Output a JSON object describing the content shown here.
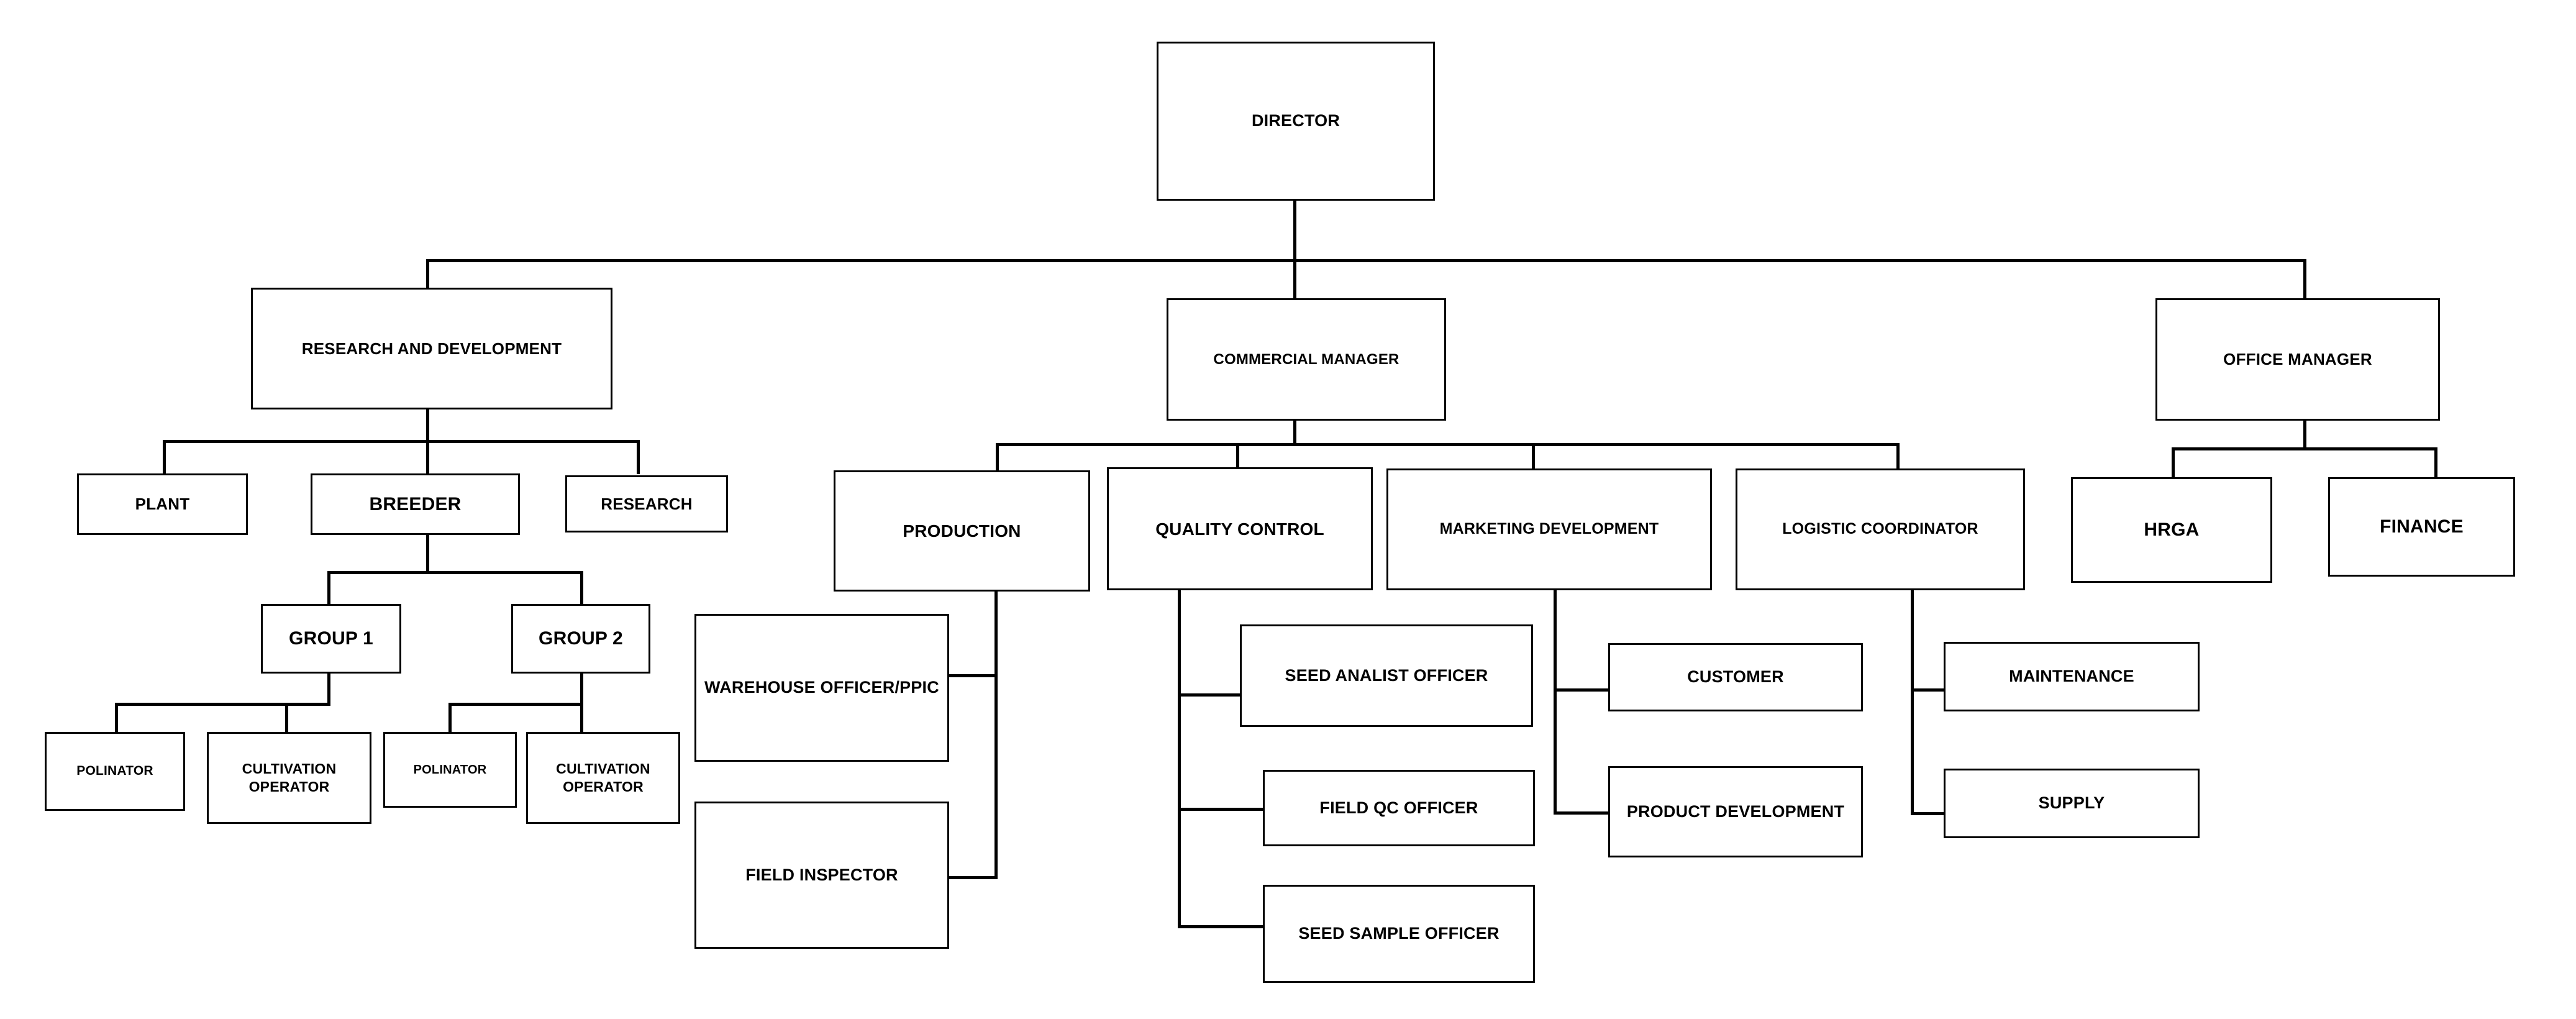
{
  "chart_title": "",
  "org": {
    "root": {
      "label": "DIRECTOR"
    },
    "divisions": [
      {
        "label": "RESEARCH AND DEVELOPMENT",
        "children": [
          {
            "label": "PLANT"
          },
          {
            "label": "BREEDER",
            "children": [
              {
                "label": "GROUP 1",
                "children": [
                  {
                    "label": "POLINATOR"
                  },
                  {
                    "label": "CULTIVATION OPERATOR"
                  }
                ]
              },
              {
                "label": "GROUP 2",
                "children": [
                  {
                    "label": "POLINATOR"
                  },
                  {
                    "label": "CULTIVATION OPERATOR"
                  }
                ]
              }
            ]
          },
          {
            "label": "RESEARCH"
          }
        ]
      },
      {
        "label": "COMMERCIAL MANAGER",
        "children": [
          {
            "label": "PRODUCTION",
            "children": [
              {
                "label": "WAREHOUSE OFFICER/PPIC"
              },
              {
                "label": "FIELD INSPECTOR"
              }
            ]
          },
          {
            "label": "QUALITY CONTROL",
            "children": [
              {
                "label": "SEED ANALIST OFFICER"
              },
              {
                "label": "FIELD QC OFFICER"
              },
              {
                "label": "SEED SAMPLE OFFICER"
              }
            ]
          },
          {
            "label": "MARKETING DEVELOPMENT",
            "children": [
              {
                "label": "CUSTOMER"
              },
              {
                "label": "PRODUCT DEVELOPMENT"
              }
            ]
          },
          {
            "label": "LOGISTIC COORDINATOR",
            "children": [
              {
                "label": "MAINTENANCE"
              },
              {
                "label": "SUPPLY"
              }
            ]
          }
        ]
      },
      {
        "label": "OFFICE MANAGER",
        "children": [
          {
            "label": "HRGA"
          },
          {
            "label": "FINANCE"
          }
        ]
      }
    ]
  },
  "labels": {
    "director": "DIRECTOR",
    "research_and_development": "RESEARCH AND DEVELOPMENT",
    "commercial_manager": "COMMERCIAL MANAGER",
    "office_manager": "OFFICE MANAGER",
    "plant": "PLANT",
    "breeder": "BREEDER",
    "research": "RESEARCH",
    "group_1": "GROUP 1",
    "group_2": "GROUP 2",
    "polinator_g1": "POLINATOR",
    "cultivation_operator_g1": "CULTIVATION OPERATOR",
    "polinator_g2": "POLINATOR",
    "cultivation_operator_g2": "CULTIVATION OPERATOR",
    "production": "PRODUCTION",
    "quality_control": "QUALITY CONTROL",
    "marketing_development": "MARKETING DEVELOPMENT",
    "logistic_coordinator": "LOGISTIC COORDINATOR",
    "warehouse_officer_ppic": "WAREHOUSE OFFICER/PPIC",
    "field_inspector": "FIELD INSPECTOR",
    "seed_analist_officer": "SEED ANALIST OFFICER",
    "field_qc_officer": "FIELD QC OFFICER",
    "seed_sample_officer": "SEED SAMPLE OFFICER",
    "customer": "CUSTOMER",
    "product_development": "PRODUCT DEVELOPMENT",
    "maintenance": "MAINTENANCE",
    "supply": "SUPPLY",
    "hrga": "HRGA",
    "finance": "FINANCE"
  },
  "colors": {
    "background": "#ffffff",
    "box_border": "#000000",
    "box_fill": "#ffffff",
    "text": "#000000",
    "connector": "#000000"
  }
}
